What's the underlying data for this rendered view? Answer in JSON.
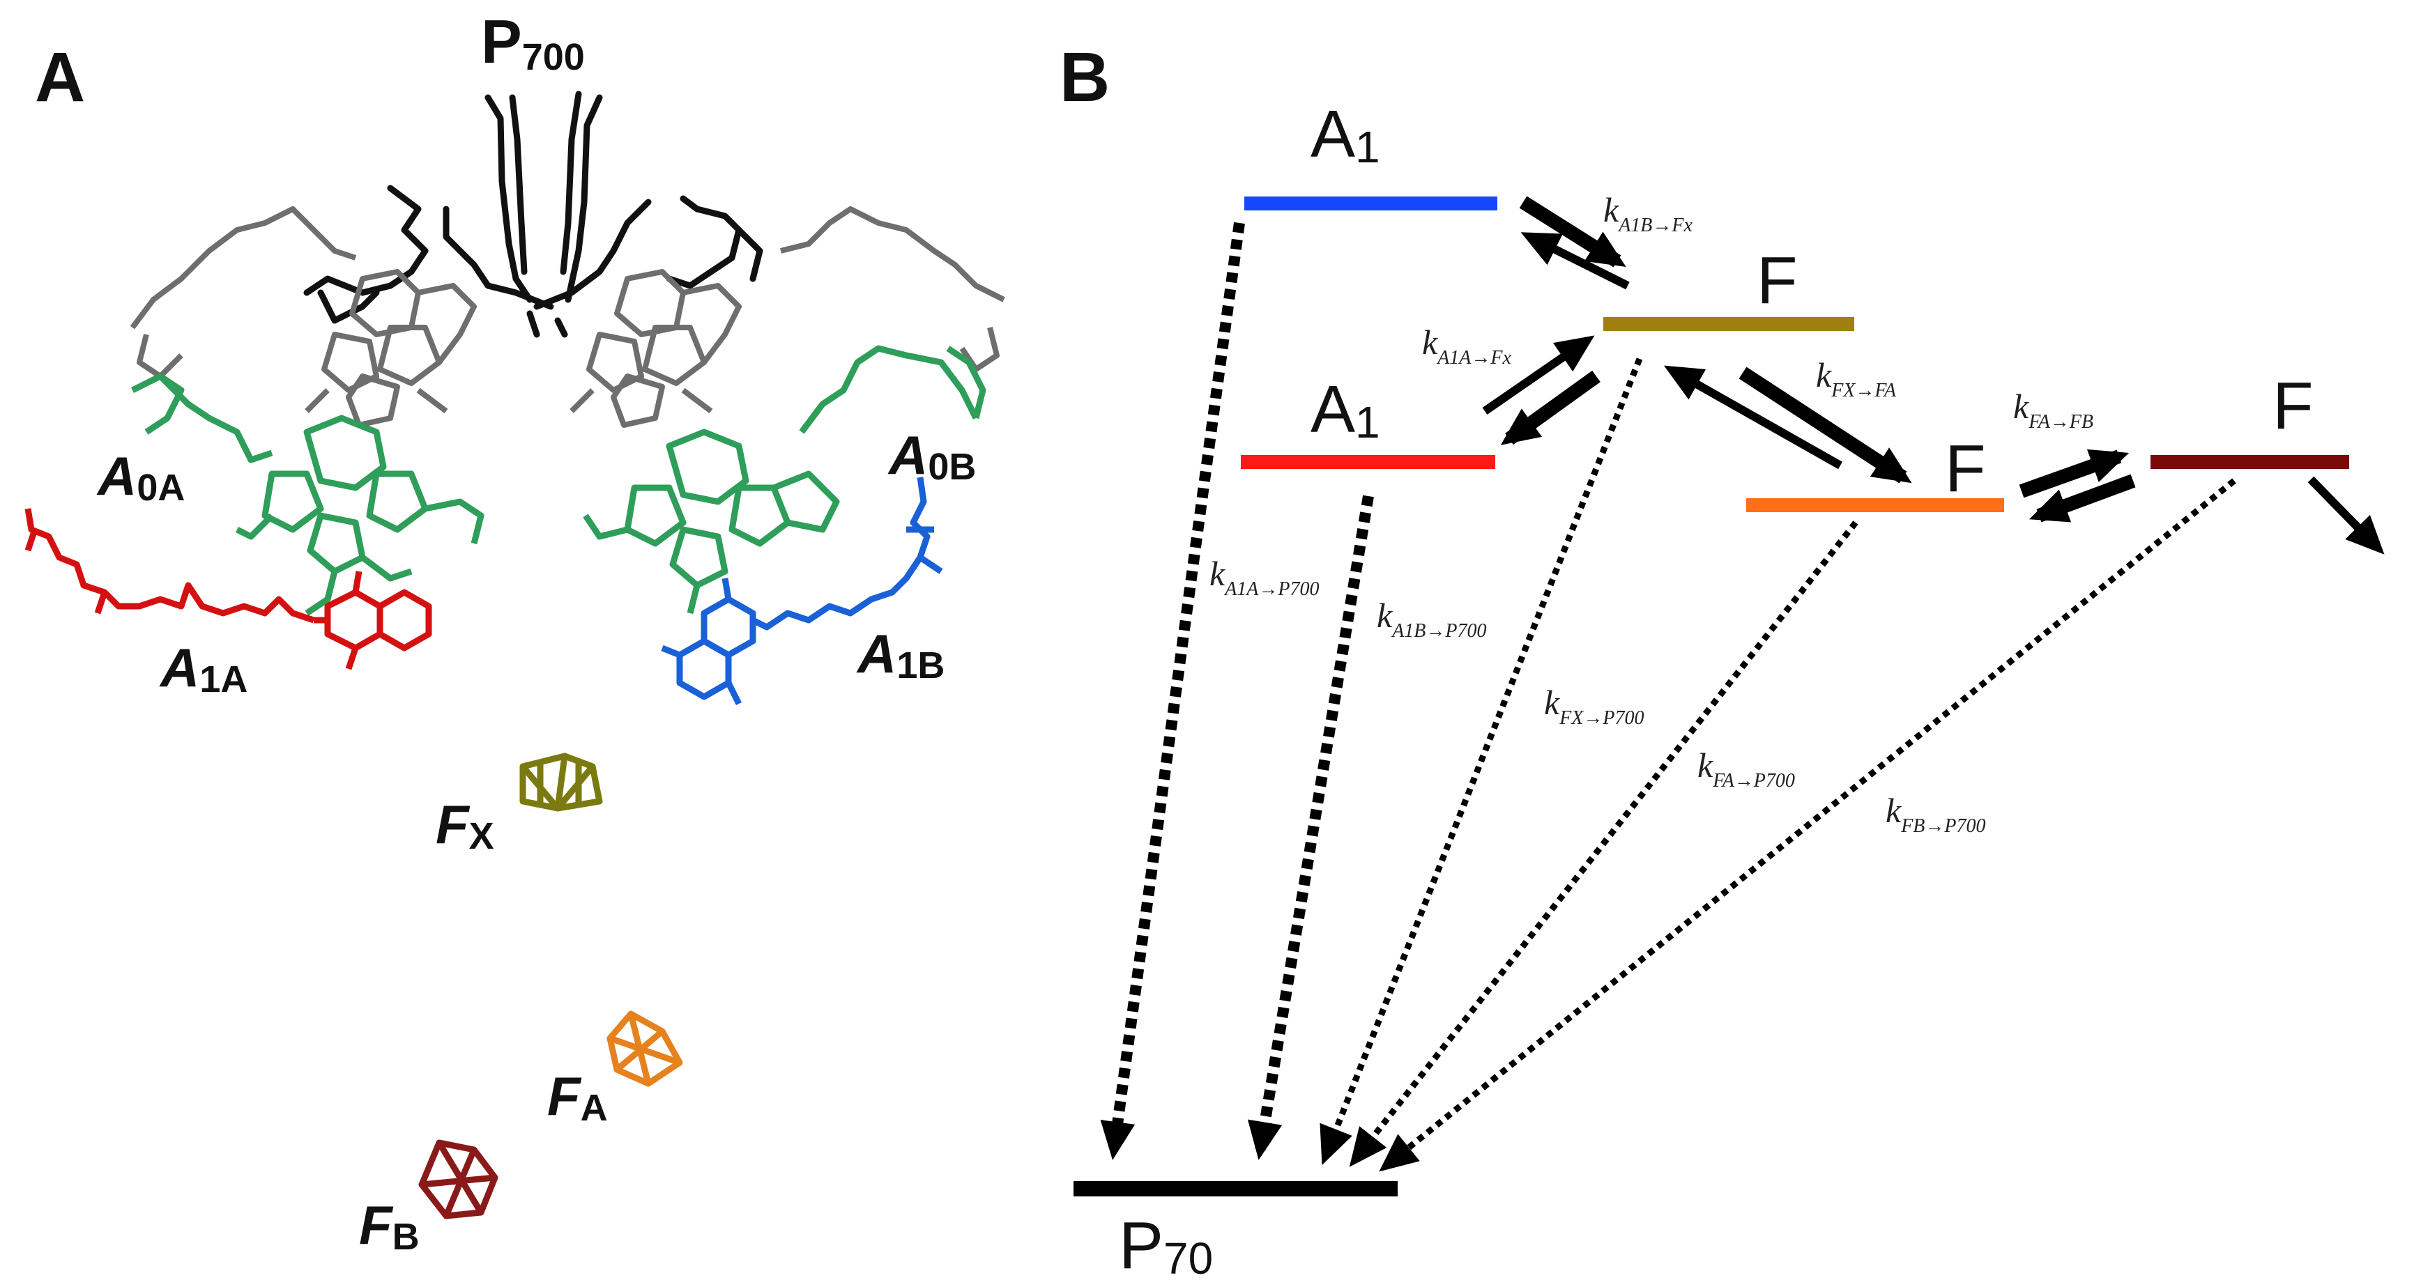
{
  "panelA": {
    "letter": "A",
    "p700": {
      "main": "P",
      "sub": "700"
    },
    "labels": {
      "A0A": {
        "main": "A",
        "sub": "0A"
      },
      "A0B": {
        "main": "A",
        "sub": "0B"
      },
      "A1A": {
        "main": "A",
        "sub": "1A"
      },
      "A1B": {
        "main": "A",
        "sub": "1B"
      },
      "FX": {
        "main": "F",
        "sub": "X"
      },
      "FA": {
        "main": "F",
        "sub": "A"
      },
      "FB": {
        "main": "F",
        "sub": "B"
      }
    }
  },
  "panelB": {
    "letter": "B",
    "levels": {
      "A1B": {
        "main": "A",
        "sub": "1",
        "color": "#1746ff"
      },
      "A1A": {
        "main": "A",
        "sub": "1",
        "color": "#ff1a1a"
      },
      "FX": {
        "main": "F",
        "color": "#a07f10"
      },
      "FA": {
        "main": "F",
        "color": "#ff6f1a"
      },
      "FB": {
        "main": "F",
        "color": "#7a0a0a"
      },
      "P700": {
        "main": "P",
        "sub": "70",
        "color": "#000000"
      }
    },
    "rates": {
      "A1B_FX": {
        "k": "k",
        "sub": "A1B→Fx"
      },
      "A1A_FX": {
        "k": "k",
        "sub": "A1A→Fx"
      },
      "FX_FA": {
        "k": "k",
        "sub": "FX→FA"
      },
      "FA_FB": {
        "k": "k",
        "sub": "FA→FB"
      },
      "A1A_P700": {
        "k": "k",
        "sub": "A1A→P700"
      },
      "A1B_P700": {
        "k": "k",
        "sub": "A1B→P700"
      },
      "FX_P700": {
        "k": "k",
        "sub": "FX→P700"
      },
      "FA_P700": {
        "k": "k",
        "sub": "FA→P700"
      },
      "FB_P700": {
        "k": "k",
        "sub": "FB→P700"
      }
    }
  },
  "colors": {
    "p700_dimer": "#111111",
    "accessory_chl": "#6e6e6e",
    "A0": "#2e9e5a",
    "A1A": "#d41010",
    "A1B": "#1a60d6",
    "FX_cluster": "#7a7a10",
    "FA_cluster": "#e6821e",
    "FB_cluster": "#8a1a1a"
  }
}
